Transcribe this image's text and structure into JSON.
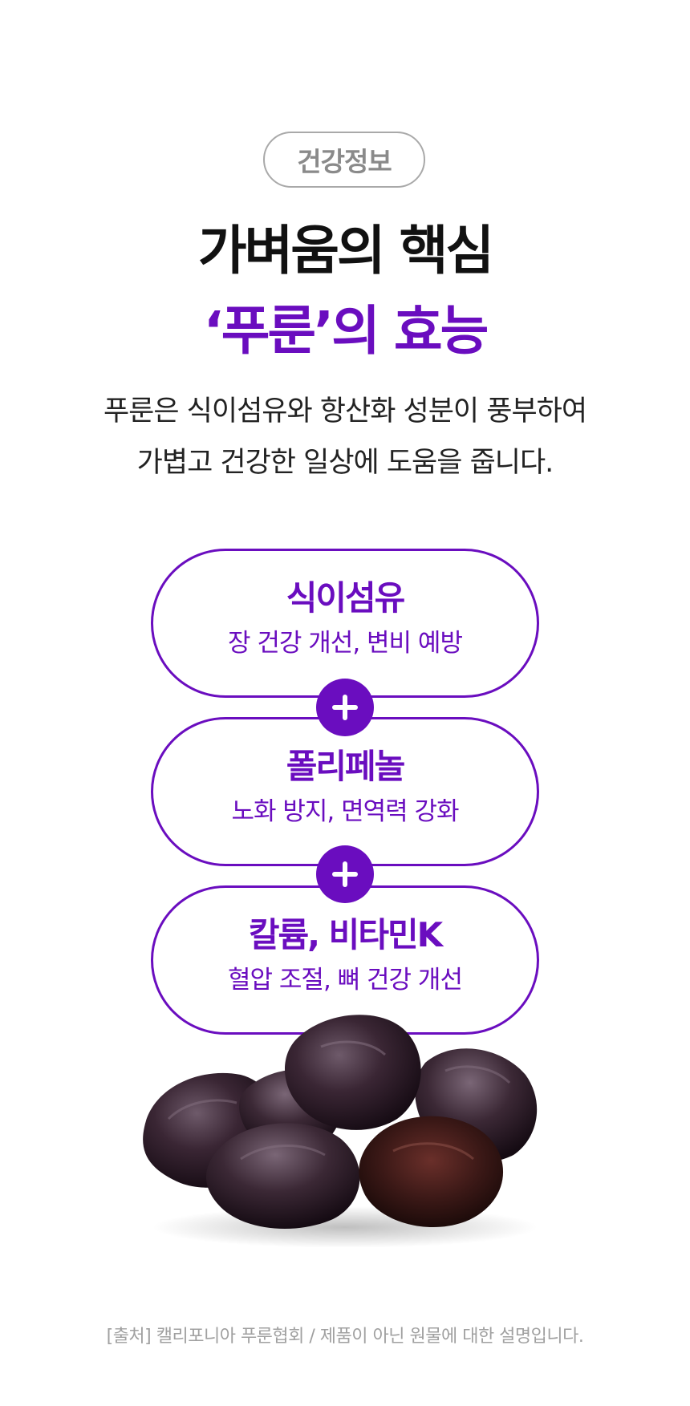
{
  "badge": {
    "label": "건강정보"
  },
  "headline": {
    "line1": "가벼움의 핵심",
    "line2": "‘푸룬’의 효능"
  },
  "description": {
    "line1": "푸룬은 식이섬유와 항산화 성분이 풍부하여",
    "line2": "가볍고 건강한 일상에 도움을 줍니다."
  },
  "benefits": [
    {
      "title": "식이섬유",
      "subtitle": "장 건강 개선, 변비 예방"
    },
    {
      "title": "폴리페놀",
      "subtitle": "노화 방지, 면역력 강화"
    },
    {
      "title": "칼륨, 비타민K",
      "subtitle": "혈압 조절, 뼈 건강 개선"
    }
  ],
  "image": {
    "icon": "prunes-illustration"
  },
  "footnote": "[출처] 캘리포니아 푸룬협회 / 제품이 아닌 원물에 대한 설명입니다.",
  "colors": {
    "accent": "#6a0dbf",
    "text": "#111111",
    "muted": "#a0a0a0",
    "badge_border": "#a9a9a9"
  }
}
